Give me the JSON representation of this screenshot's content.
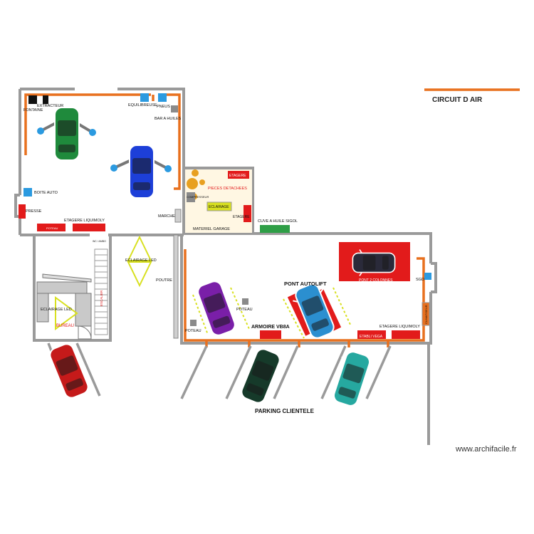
{
  "legend": {
    "label": "CIRCUIT D AIR",
    "color": "#e8701e"
  },
  "watermark": "www.archifacile.fr",
  "colors": {
    "wall": "#9a9a9a",
    "air_circuit": "#e8701e",
    "equipment_red": "#e21b1b",
    "equipment_blue": "#2b9ae0",
    "equipment_green": "#2e9e46",
    "zone_yellow": "#d8e020",
    "car_green": "#1f8a3c",
    "car_blue": "#1d3fd8",
    "car_purple": "#7a1fa8",
    "car_dark_green": "#163a2a",
    "car_teal": "#26a8a0",
    "car_red": "#c51a1a",
    "car_light_blue": "#2b8fd0",
    "car_dark": "#2a2a3a"
  },
  "labels": {
    "extracteur": "EXTRACTEUR",
    "fontaine": "FONTAINE",
    "equilibreuse": "EQUILIBREUSE",
    "pneus": "PNEUS",
    "bar_a_huiles": "BAR A HUILES",
    "boite_auto": "BOITE AUTO",
    "presse": "PRESSE",
    "etagere_liquimoly_1": "ETAGERE LIQUIMOLY",
    "poteau_1": "POTEAU",
    "marche": "MARCHE",
    "eclairage_led_1": "ECLAIRAGE LED",
    "poutre": "POUTRE",
    "wc_label": "WC / AMBO",
    "escalier": "ESCALIER",
    "eclairage_led_2": "ECLAIRAGE LED",
    "bureau": "BUREAU",
    "etagere_1": "ETAGERE",
    "pieces_detachees": "PIECES DETACHEES",
    "compresseur": "COMPRESSEUR",
    "eclairage_store": "ECLAIRAGE",
    "etagere_2": "ETAGERE",
    "materiel_garage": "MATERIEL GARAGE",
    "cuve_a_huile": "CUVE A HUILE SIGOL",
    "pont_2_colonnes": "PONT 2 COLONNES",
    "sgd": "SGD",
    "pont_autolift": "PONT AUTOLIFT",
    "poteau_2": "POTEAU",
    "poteau_3": "POTEAU",
    "armoire_vb8a": "ARMOIRE VB8A",
    "etabli_vega": "ETABLI VEGA",
    "etagere_liquimoly_2": "ETAGERE LIQUIMOLY",
    "climatiseur": "CLIMATISEUR",
    "parking_clientele": "PARKING CLIENTELE"
  }
}
